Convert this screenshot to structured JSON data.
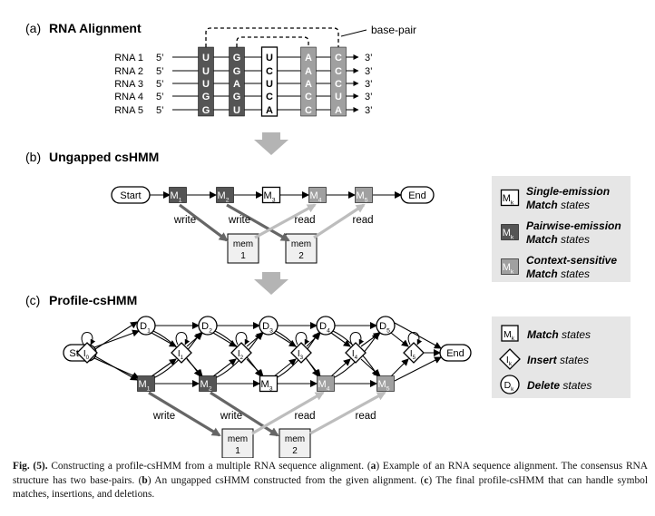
{
  "panels": {
    "a": {
      "letter": "(a)",
      "title": "RNA Alignment"
    },
    "b": {
      "letter": "(b)",
      "title": "Ungapped csHMM"
    },
    "c": {
      "letter": "(c)",
      "title": "Profile-csHMM"
    }
  },
  "alignment": {
    "prime5": "5’",
    "prime3": "3’",
    "base_pair_label": "base-pair",
    "rows": [
      {
        "label": "RNA 1",
        "bases": [
          "U",
          "G",
          "U",
          "A",
          "C"
        ]
      },
      {
        "label": "RNA 2",
        "bases": [
          "U",
          "G",
          "C",
          "A",
          "C"
        ]
      },
      {
        "label": "RNA 3",
        "bases": [
          "U",
          "A",
          "U",
          "A",
          "C"
        ]
      },
      {
        "label": "RNA 4",
        "bases": [
          "G",
          "G",
          "C",
          "C",
          "U"
        ]
      },
      {
        "label": "RNA 5",
        "bases": [
          "G",
          "U",
          "A",
          "C",
          "A"
        ]
      }
    ],
    "column_types": [
      "pairwise",
      "pairwise",
      "single",
      "context",
      "context"
    ]
  },
  "ungapped": {
    "start": "Start",
    "end": "End",
    "states": [
      {
        "base": "M",
        "sub": "1",
        "type": "pairwise"
      },
      {
        "base": "M",
        "sub": "2",
        "type": "pairwise"
      },
      {
        "base": "M",
        "sub": "3",
        "type": "single"
      },
      {
        "base": "M",
        "sub": "4",
        "type": "context"
      },
      {
        "base": "M",
        "sub": "5",
        "type": "context"
      }
    ],
    "op_labels": [
      "write",
      "write",
      "read",
      "read"
    ],
    "memories": [
      {
        "name": "mem",
        "index": "1"
      },
      {
        "name": "mem",
        "index": "2"
      }
    ]
  },
  "profile": {
    "start": "Start",
    "end": "End",
    "delete_states": [
      {
        "base": "D",
        "sub": "1"
      },
      {
        "base": "D",
        "sub": "2"
      },
      {
        "base": "D",
        "sub": "3"
      },
      {
        "base": "D",
        "sub": "4"
      },
      {
        "base": "D",
        "sub": "5"
      }
    ],
    "insert_states": [
      {
        "base": "I",
        "sub": "0"
      },
      {
        "base": "I",
        "sub": "1"
      },
      {
        "base": "I",
        "sub": "2"
      },
      {
        "base": "I",
        "sub": "3"
      },
      {
        "base": "I",
        "sub": "4"
      },
      {
        "base": "I",
        "sub": "5"
      }
    ],
    "match_states": [
      {
        "base": "M",
        "sub": "1",
        "type": "pairwise"
      },
      {
        "base": "M",
        "sub": "2",
        "type": "pairwise"
      },
      {
        "base": "M",
        "sub": "3",
        "type": "single"
      },
      {
        "base": "M",
        "sub": "4",
        "type": "context"
      },
      {
        "base": "M",
        "sub": "5",
        "type": "context"
      }
    ],
    "op_labels": [
      "write",
      "write",
      "read",
      "read"
    ],
    "memories": [
      {
        "name": "mem",
        "index": "1"
      },
      {
        "name": "mem",
        "index": "2"
      }
    ]
  },
  "legend1": [
    {
      "icon": "M",
      "sub": "k",
      "type": "single",
      "line1": "Single-emission",
      "line2": "Match",
      "line2_rest": " states"
    },
    {
      "icon": "M",
      "sub": "k",
      "type": "pairwise",
      "line1": "Pairwise-emission",
      "line2": "Match",
      "line2_rest": " states"
    },
    {
      "icon": "M",
      "sub": "k",
      "type": "context",
      "line1": "Context-sensitive",
      "line2": "Match",
      "line2_rest": " states"
    }
  ],
  "legend2": [
    {
      "icon": "M",
      "sub": "k",
      "shape": "square",
      "bold": "Match",
      "rest": " states"
    },
    {
      "icon": "I",
      "sub": "k",
      "shape": "diamond",
      "bold": "Insert",
      "rest": " states"
    },
    {
      "icon": "D",
      "sub": "k",
      "shape": "circle",
      "bold": "Delete",
      "rest": " states"
    }
  ],
  "colors": {
    "pairwise": "#555555",
    "context": "#a0a0a0",
    "single": "#ffffff",
    "legend_bg": "#e6e6e6",
    "down_arrow": "#b4b4b4"
  },
  "caption": {
    "fig_label": "Fig. (5).",
    "parts": [
      " Constructing a profile-csHMM from a multiple RNA sequence alignment. (",
      "a",
      ") Example of an RNA sequence alignment. The consensus RNA structure has two base-pairs. (",
      "b",
      ") An ungapped csHMM constructed from the given alignment. (",
      "c",
      ") The final profile-csHMM that can handle symbol matches, insertions, and deletions."
    ]
  }
}
